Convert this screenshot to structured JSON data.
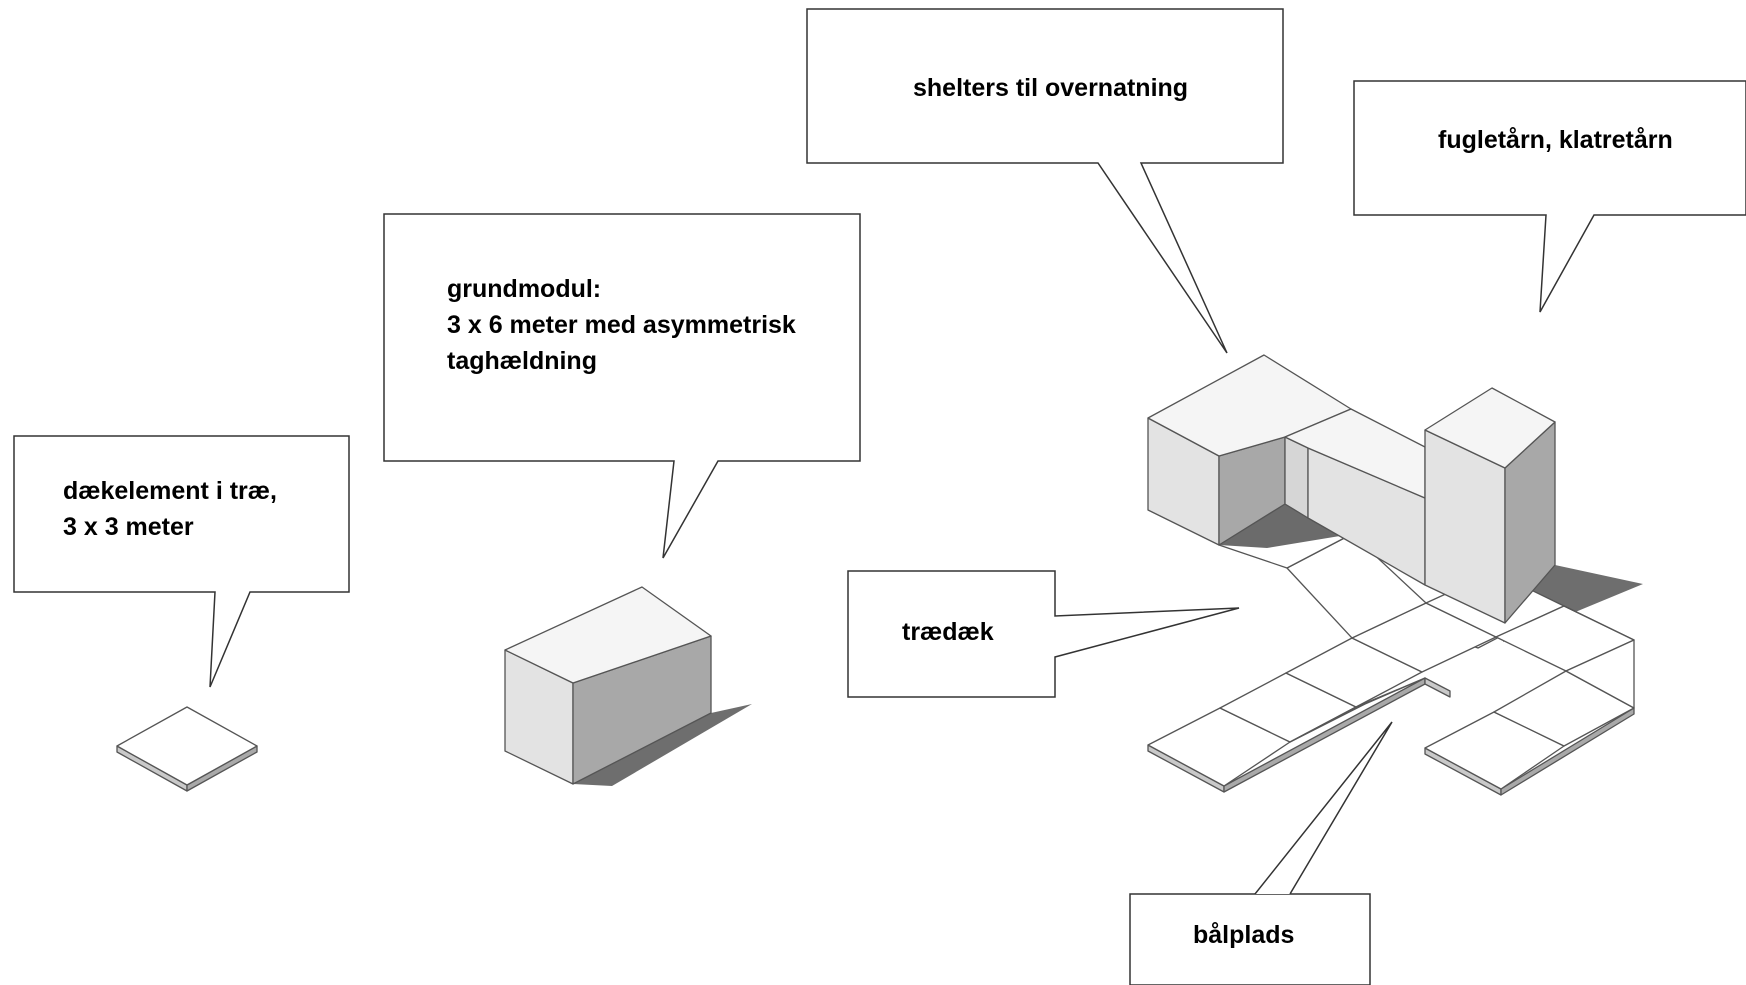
{
  "callouts": {
    "deck": {
      "line1": "dækelement i træ,",
      "line2": "3 x 3 meter"
    },
    "module": {
      "line1": "grundmodul:",
      "line2": "3 x 6 meter med asymmetrisk",
      "line3": "taghældning"
    },
    "shelters": {
      "line1": "shelters til overnatning"
    },
    "tower": {
      "line1": "fugletårn, klatretårn"
    },
    "traedaek": {
      "line1": "trædæk"
    },
    "balplads": {
      "line1": "bålplads"
    }
  }
}
